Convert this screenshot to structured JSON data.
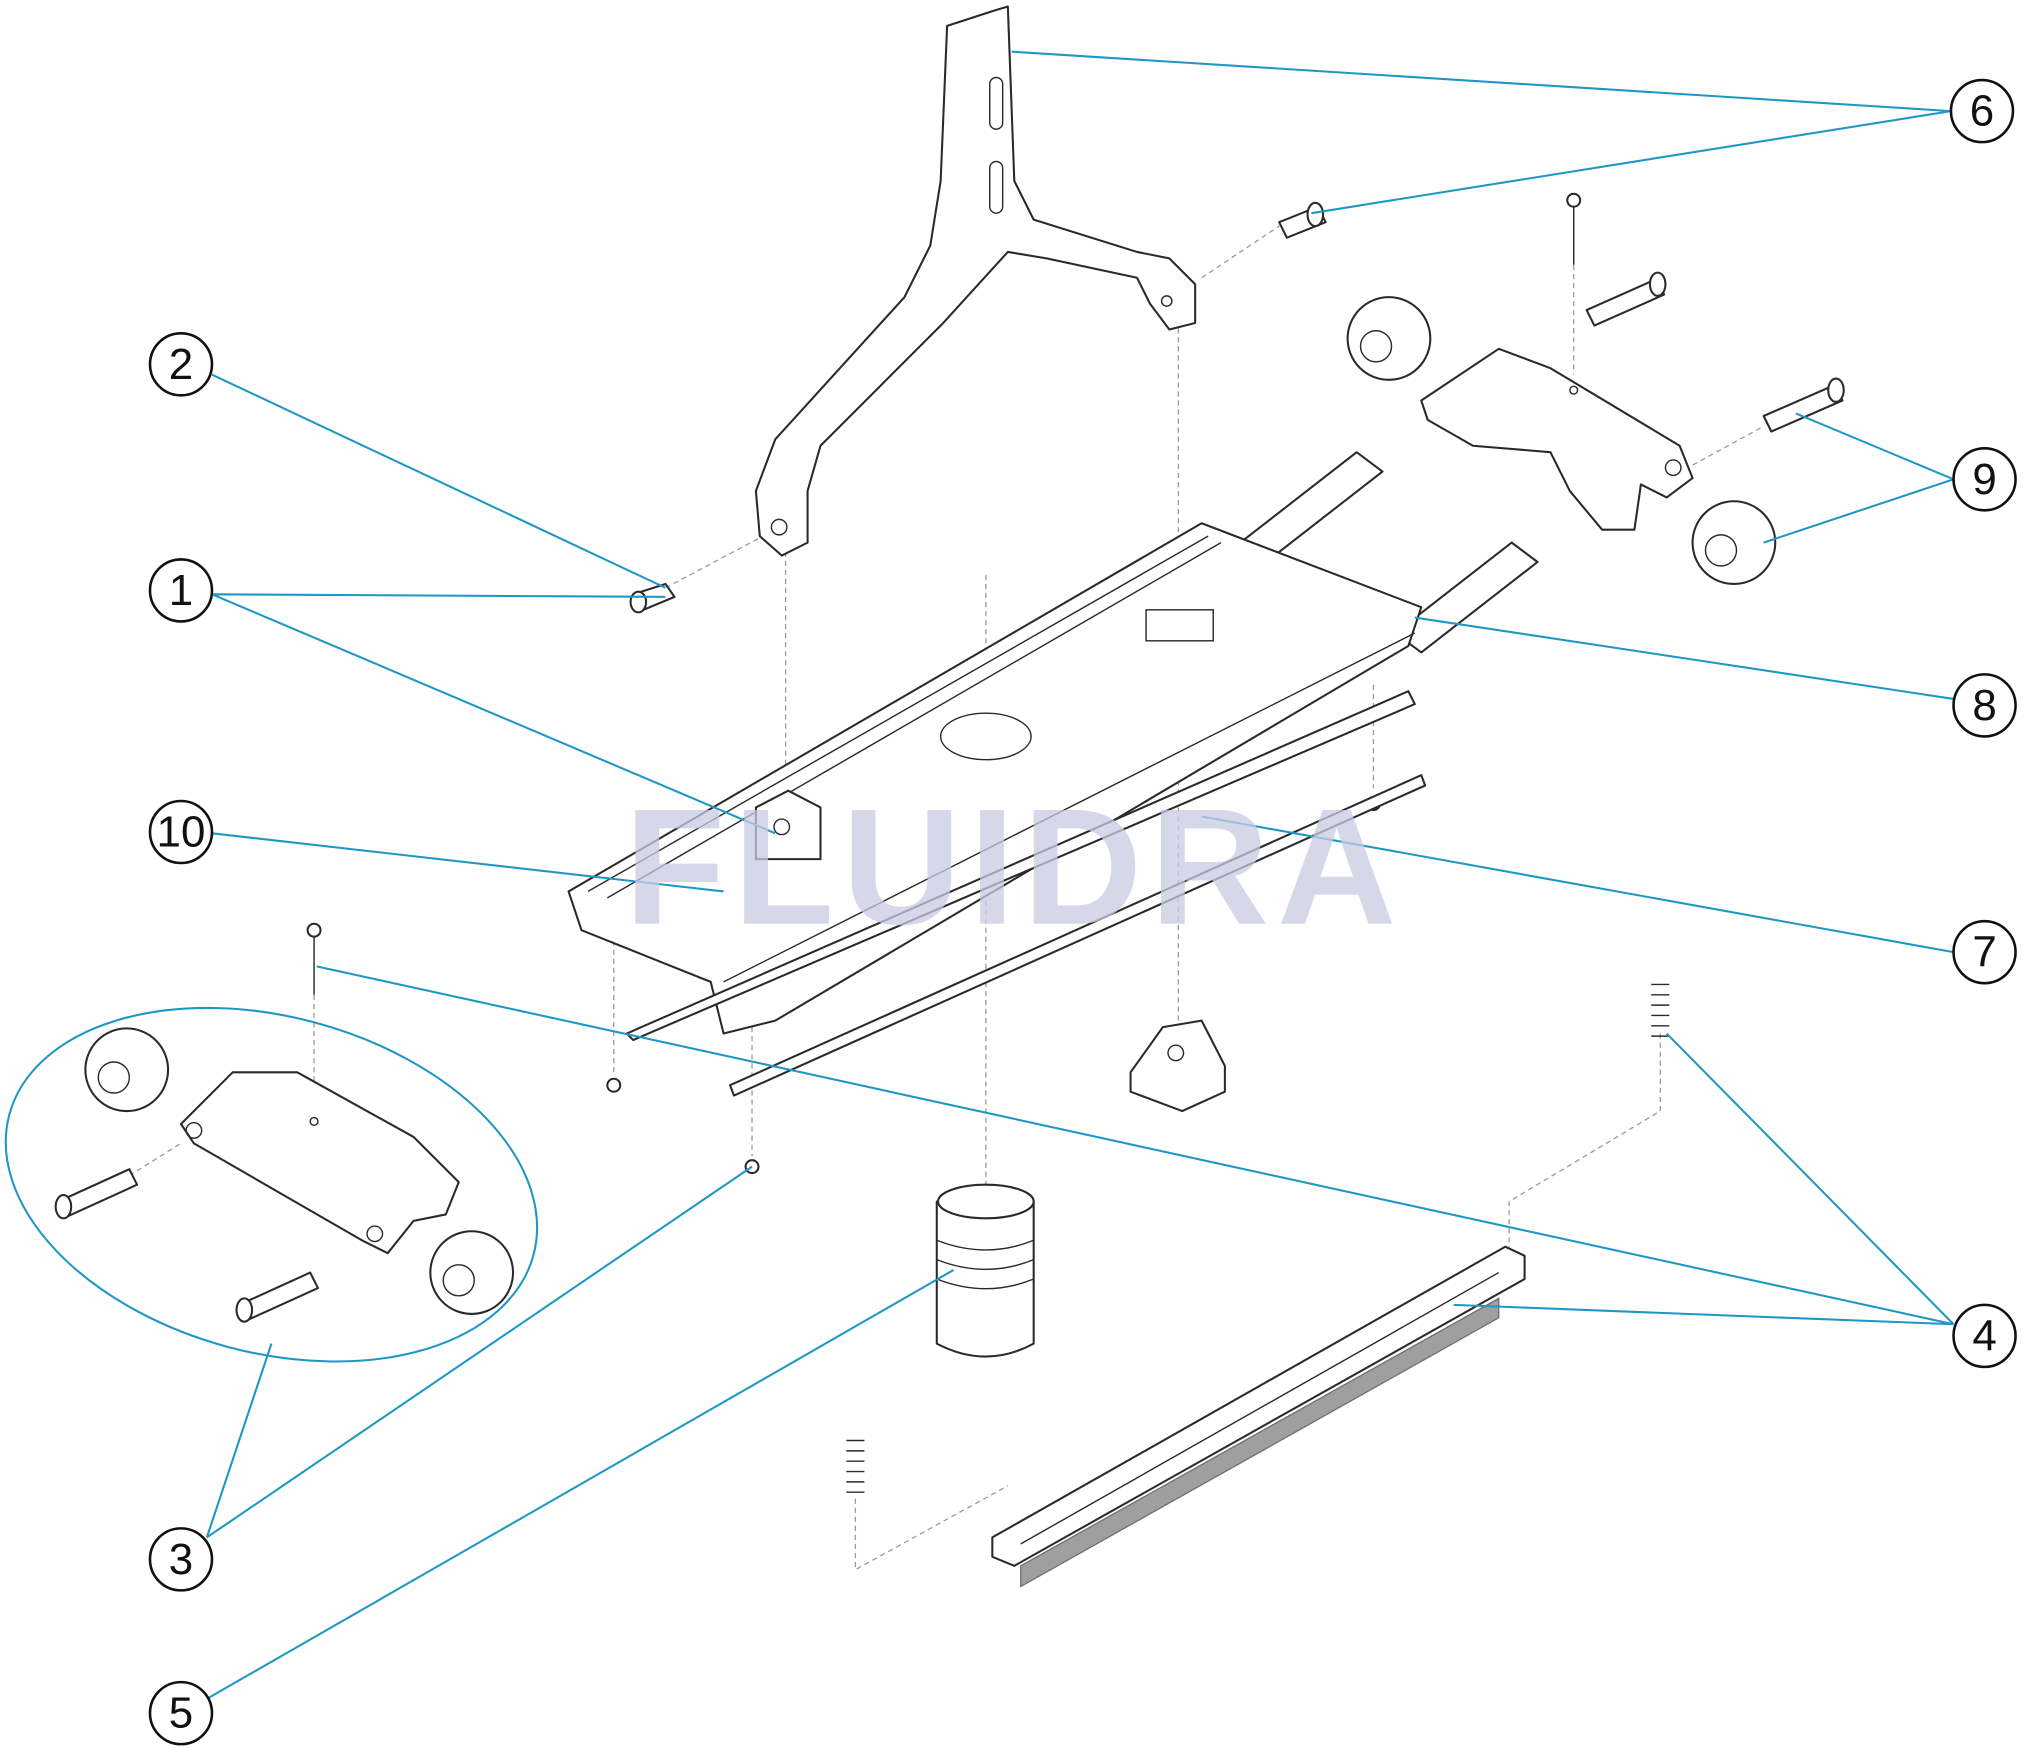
{
  "diagram": {
    "watermark": "FLUIDRA",
    "callouts": [
      {
        "id": "6",
        "label": "6"
      },
      {
        "id": "2",
        "label": "2"
      },
      {
        "id": "1",
        "label": "1"
      },
      {
        "id": "9",
        "label": "9"
      },
      {
        "id": "8",
        "label": "8"
      },
      {
        "id": "10",
        "label": "10"
      },
      {
        "id": "7",
        "label": "7"
      },
      {
        "id": "4",
        "label": "4"
      },
      {
        "id": "3",
        "label": "3"
      },
      {
        "id": "5",
        "label": "5"
      }
    ],
    "colors": {
      "leader": "#1f97c4",
      "watermark": "#c9cce2"
    }
  }
}
